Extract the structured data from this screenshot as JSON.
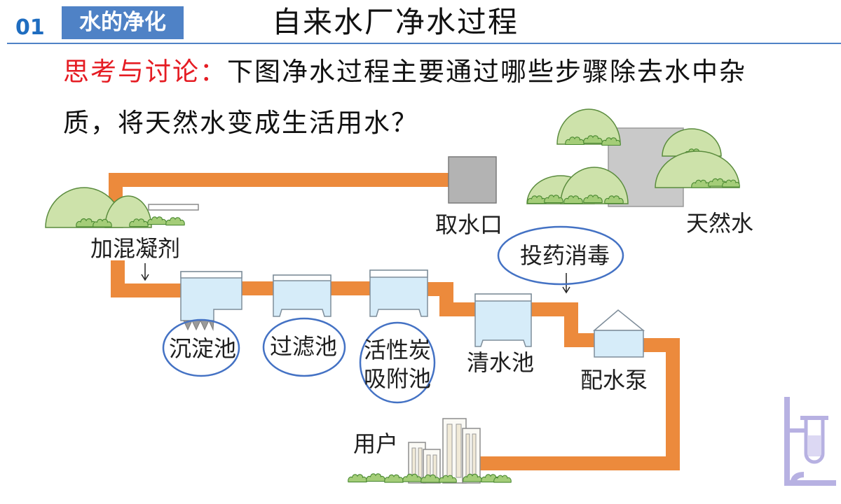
{
  "header": {
    "number": "01",
    "section": "水的净化",
    "title": "自来水厂净水过程"
  },
  "question": {
    "label": "思考与讨论：",
    "line1": "下图净水过程主要通过哪些步骤除去水中杂",
    "line2": "质，将天然水变成生活用水？"
  },
  "diagram": {
    "labels": {
      "natural_water": "天然水",
      "water_intake": "取水口",
      "coagulant": "加混凝剂",
      "sedimentation_tank": "沉淀池",
      "filter_tank": "过滤池",
      "activated_carbon_tank": [
        "活性炭",
        "吸附池"
      ],
      "clear_water_tank": "清水池",
      "disinfection": "投药消毒",
      "distribution_pump": "配水泵",
      "users": "用户"
    }
  },
  "icons": {
    "dosing_arrows": "arrow-down-icon",
    "decoration": "lab-stand-test-tube-icon"
  },
  "colors": {
    "accent_blue": "#4f82c6",
    "number_blue": "#1f6dc0",
    "highlight_red": "#e51c23",
    "pipe_orange": "#ec8a3c",
    "ellipse_blue": "#4472c4",
    "water_blue": "#d6ecf9",
    "hill_green": "#cde2aa",
    "lab_lavender": "#b7b1e2"
  }
}
